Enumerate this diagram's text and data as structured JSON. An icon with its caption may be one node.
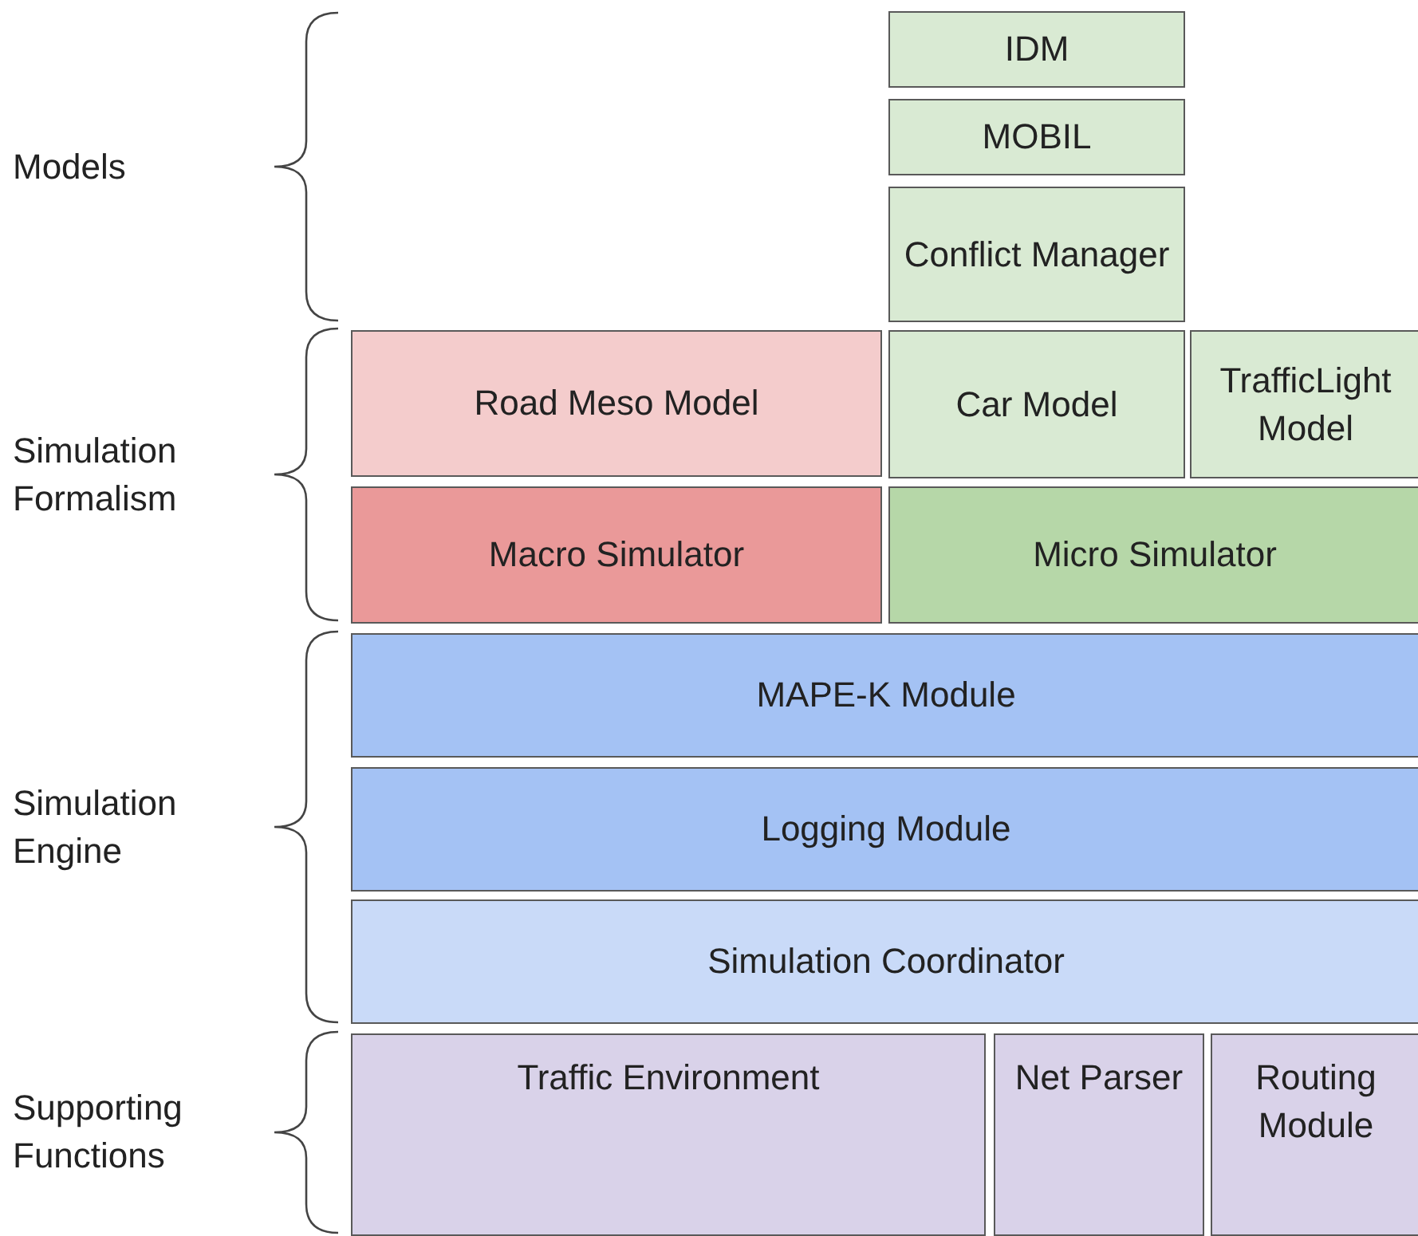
{
  "diagram": {
    "nodes": [
      {
        "text": [
          "IDM"
        ]
      },
      {
        "text": [
          "MOBIL"
        ]
      },
      {
        "text": [
          "Conflict Manager"
        ]
      },
      {
        "text": [
          "Road Meso Model"
        ]
      },
      {
        "text": [
          "Car Model"
        ]
      },
      {
        "text": [
          "TrafficLight Model"
        ]
      },
      {
        "text": [
          "Macro Simulator"
        ]
      },
      {
        "text": [
          "Micro Simulator"
        ]
      },
      {
        "text": [
          "MAPE-K Module"
        ]
      },
      {
        "text": [
          "Logging Module"
        ]
      },
      {
        "text": [
          "Simulation Coordinator"
        ]
      },
      {
        "text": [
          "Traffic Environment"
        ]
      },
      {
        "text": [
          "Net Parser"
        ]
      },
      {
        "text": [
          "Routing Module"
        ]
      }
    ],
    "labels": [
      "Models",
      "Simulation Formalism",
      "Simulation Engine",
      "Supporting Functions"
    ]
  }
}
